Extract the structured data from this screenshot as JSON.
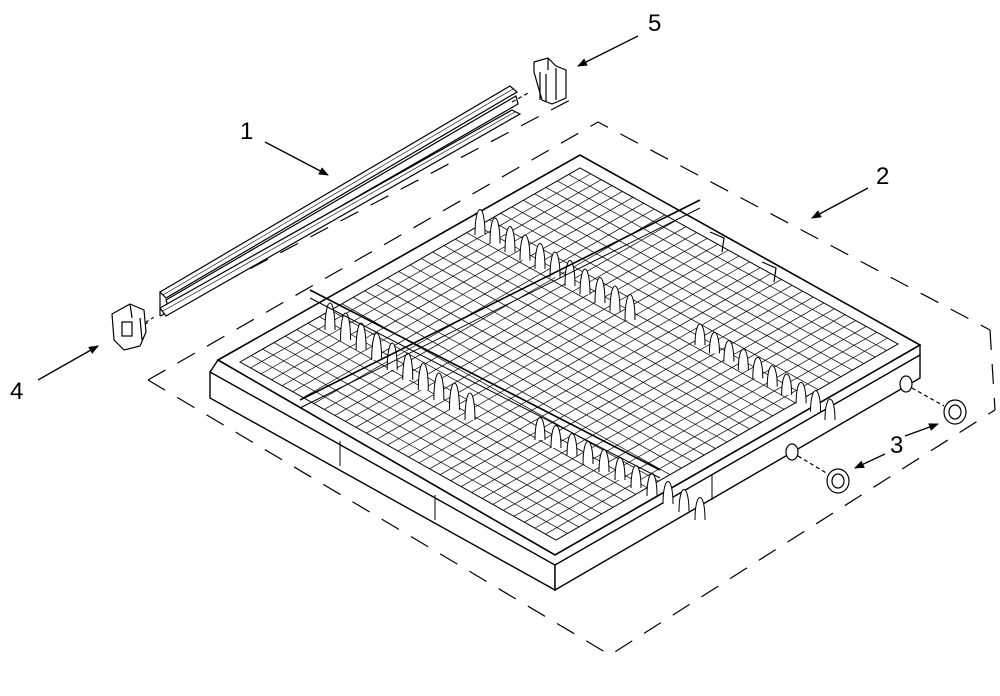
{
  "diagram": {
    "type": "exploded-parts-diagram",
    "subject": "dishwasher-rack",
    "line_color": "#000000",
    "background_color": "#ffffff",
    "callouts": [
      {
        "id": "1",
        "label": "1",
        "part": "rack-rail"
      },
      {
        "id": "2",
        "label": "2",
        "part": "rack-assembly"
      },
      {
        "id": "3",
        "label": "3",
        "part": "rack-wheel"
      },
      {
        "id": "4",
        "label": "4",
        "part": "rail-end-cap-front"
      },
      {
        "id": "5",
        "label": "5",
        "part": "rail-end-cap-rear"
      }
    ]
  }
}
